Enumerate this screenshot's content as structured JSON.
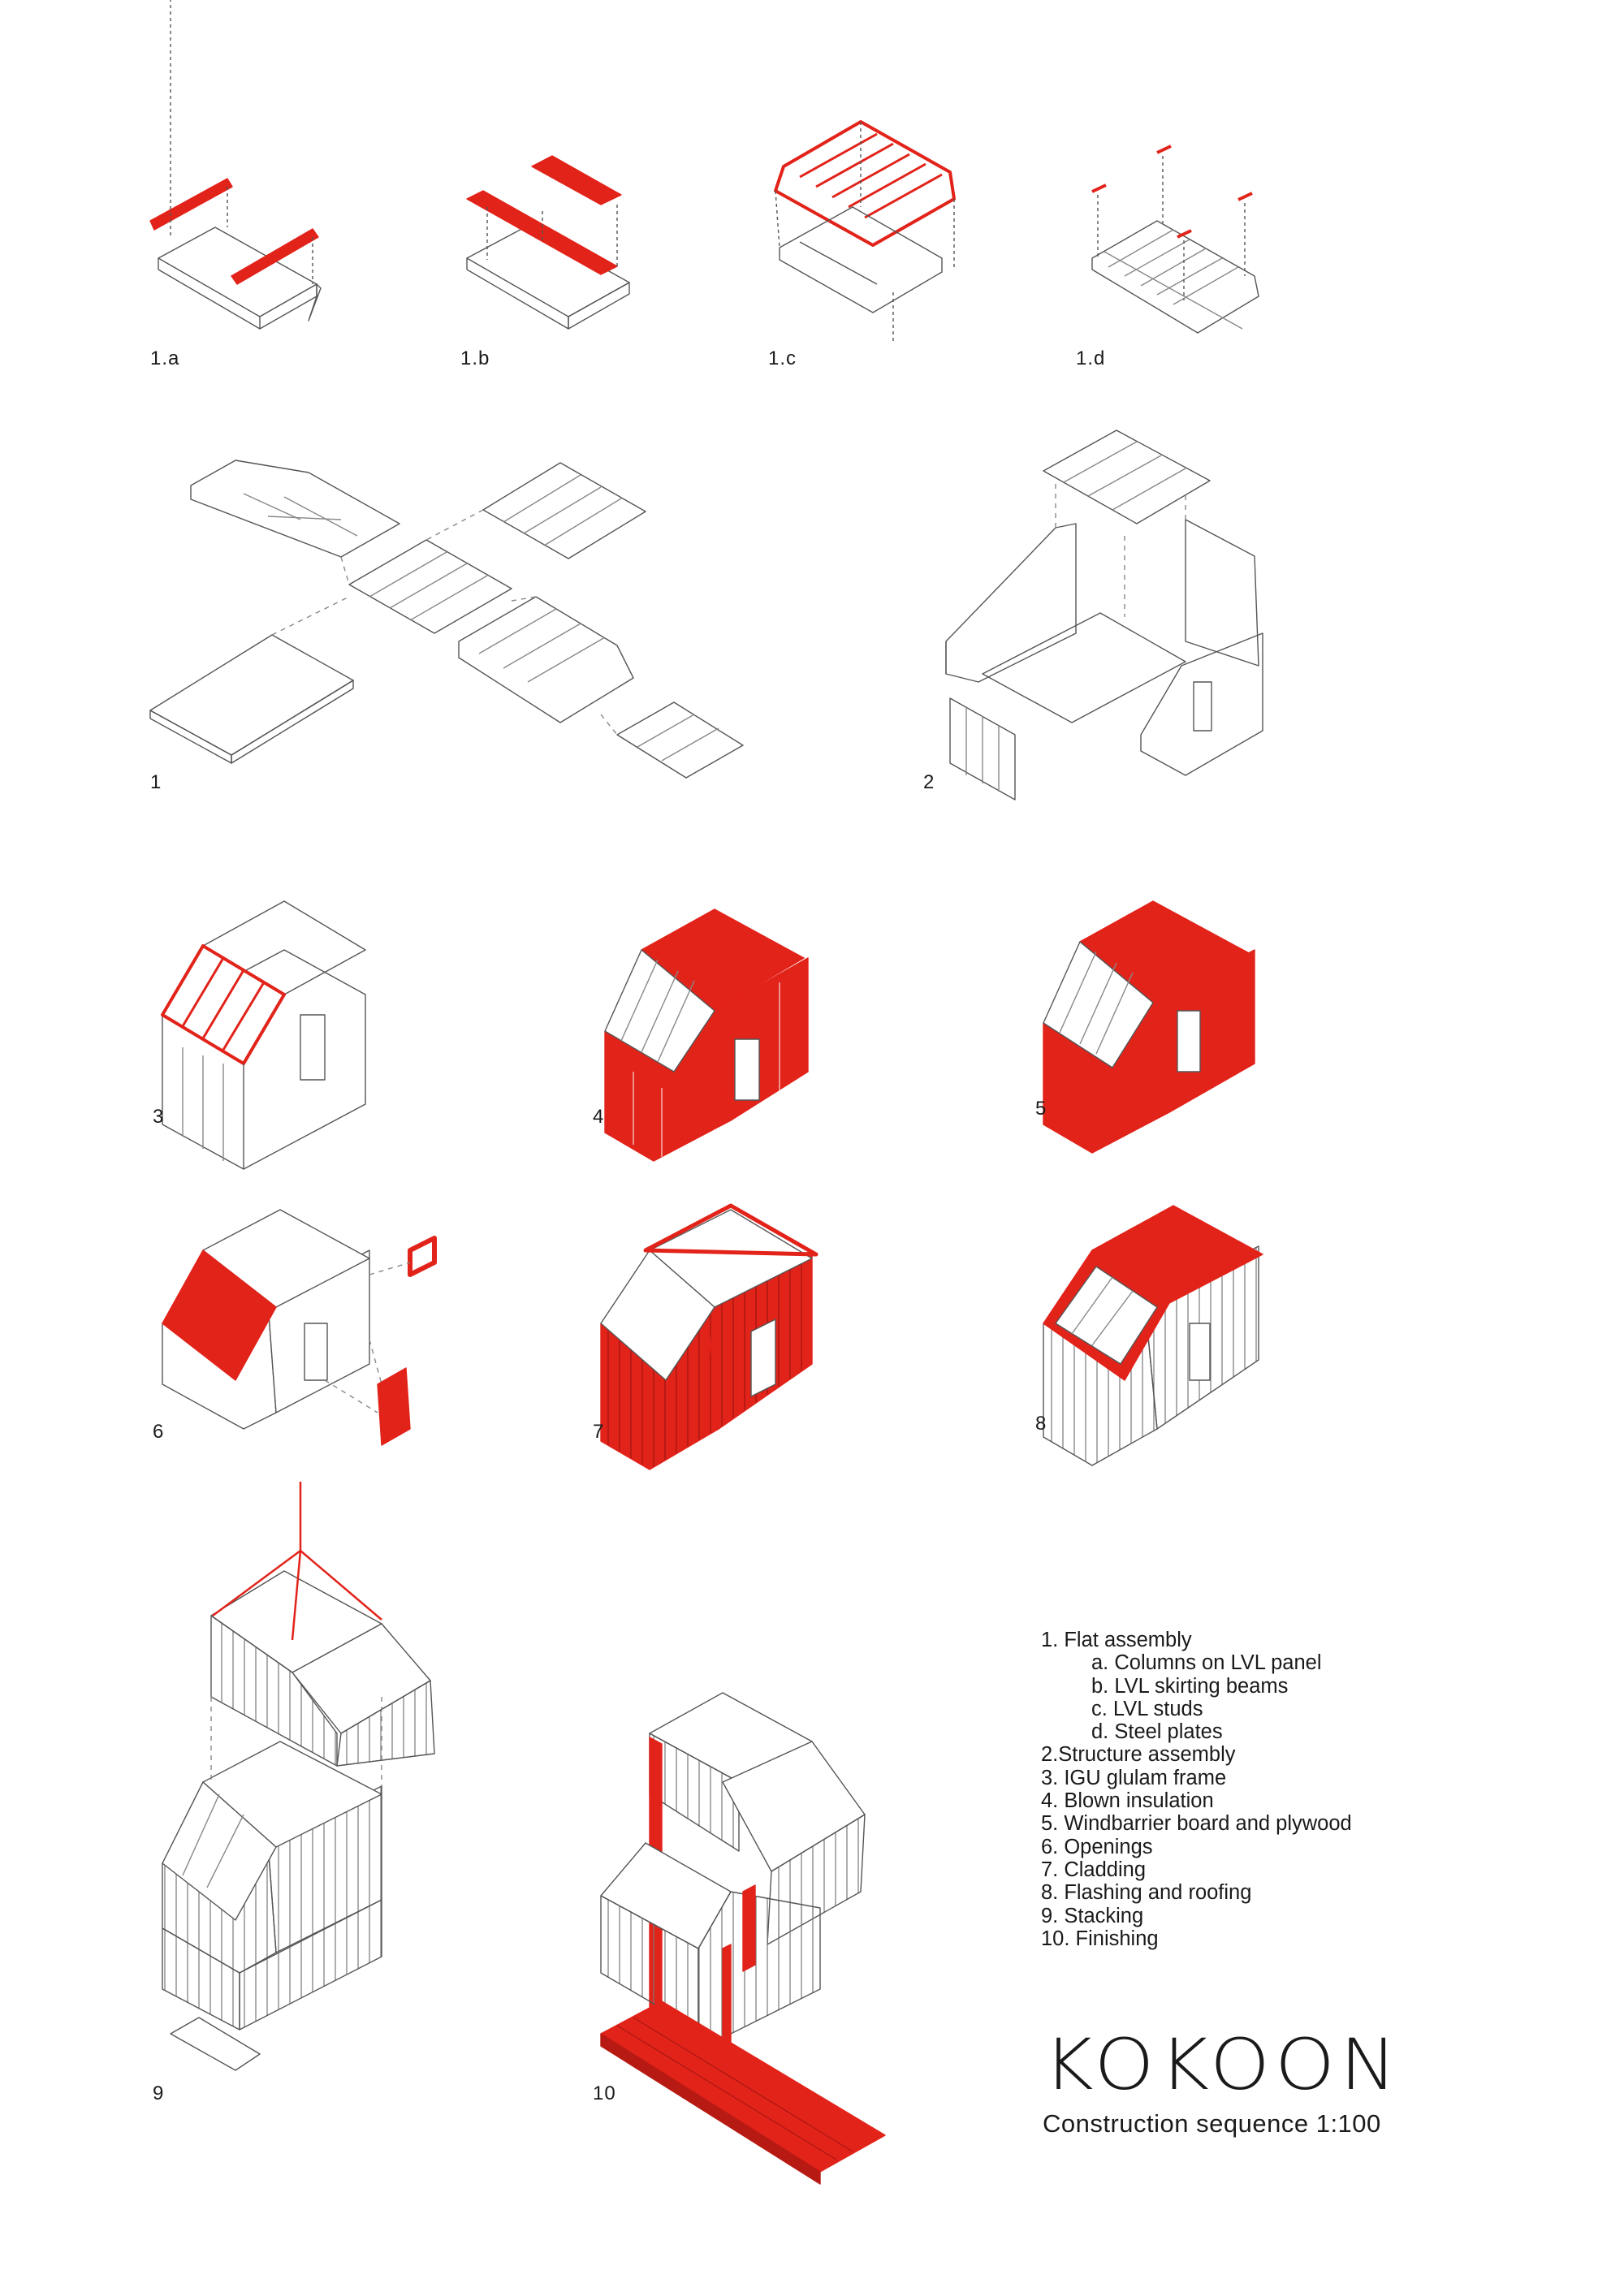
{
  "diagrams": [
    {
      "label": "1.a"
    },
    {
      "label": "1.b"
    },
    {
      "label": "1.c"
    },
    {
      "label": "1.d"
    },
    {
      "label": "1"
    },
    {
      "label": "2"
    },
    {
      "label": "3"
    },
    {
      "label": "4"
    },
    {
      "label": "5"
    },
    {
      "label": "6"
    },
    {
      "label": "7"
    },
    {
      "label": "8"
    },
    {
      "label": "9"
    },
    {
      "label": "10"
    }
  ],
  "legend": [
    {
      "text": "1. Flat assembly",
      "sub": false
    },
    {
      "text": "a. Columns on LVL panel",
      "sub": true
    },
    {
      "text": "b. LVL skirting beams",
      "sub": true
    },
    {
      "text": "c. LVL studs",
      "sub": true
    },
    {
      "text": "d. Steel plates",
      "sub": true
    },
    {
      "text": "2.Structure assembly",
      "sub": false
    },
    {
      "text": "3. IGU glulam frame",
      "sub": false
    },
    {
      "text": "4. Blown insulation",
      "sub": false
    },
    {
      "text": "5. Windbarrier board and plywood",
      "sub": false
    },
    {
      "text": "6. Openings",
      "sub": false
    },
    {
      "text": "7. Cladding",
      "sub": false
    },
    {
      "text": "8. Flashing and roofing",
      "sub": false
    },
    {
      "text": "9. Stacking",
      "sub": false
    },
    {
      "text": "10. Finishing",
      "sub": false
    }
  ],
  "title": "KOKOON",
  "subtitle": "Construction sequence 1:100",
  "colors": {
    "accent": "#e2231a",
    "line": "#555555"
  }
}
